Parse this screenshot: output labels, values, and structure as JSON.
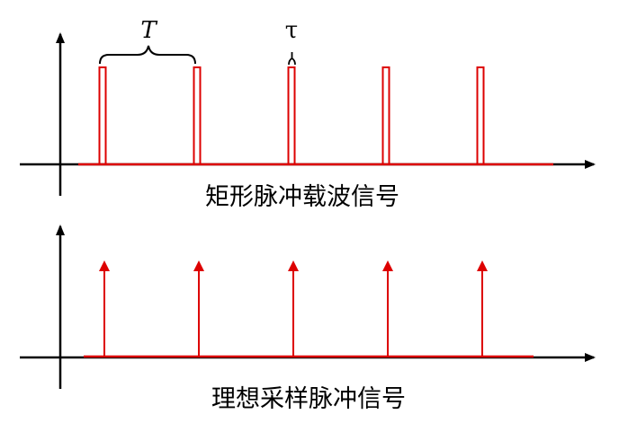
{
  "top_panel": {
    "caption": "矩形脉冲载波信号",
    "period_symbol": "T",
    "width_symbol": "τ",
    "pulse_count": 5
  },
  "bottom_panel": {
    "caption": "理想采样脉冲信号",
    "impulse_count": 5
  },
  "colors": {
    "signal": "#dd0000",
    "axis": "#000000"
  }
}
